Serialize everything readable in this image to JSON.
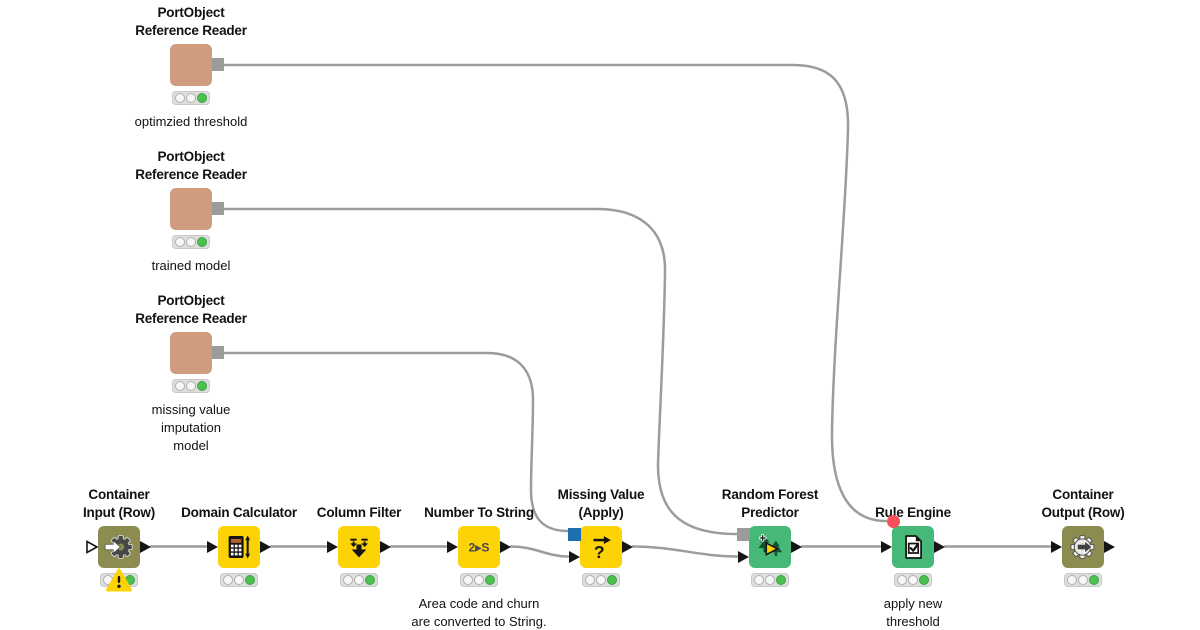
{
  "canvas": {
    "background": "#ffffff"
  },
  "colors": {
    "node_yellow": "#fdd306",
    "node_green": "#46b878",
    "node_olive": "#8c8c51",
    "node_tan": "#cf9c7d",
    "wire": "#9c9c9c",
    "port_black": "#151515",
    "port_gray": "#9b9b9b",
    "port_blue": "#1d6fad",
    "flow_variable_red": "#f8505a",
    "traffic_light_green": "#4cc14f",
    "warning_yellow": "#fdd306"
  },
  "workflow": {
    "nodes": [
      {
        "id": "reader-threshold",
        "title": [
          "PortObject",
          "Reference Reader"
        ],
        "caption": [
          "optimzied threshold"
        ],
        "color": "node_tan",
        "icon": "portobject-reference-reader",
        "light": [
          "off",
          "off",
          "green"
        ],
        "ports": {
          "in": null,
          "out": "gray-square",
          "top": null
        }
      },
      {
        "id": "reader-trained-model",
        "title": [
          "PortObject",
          "Reference Reader"
        ],
        "caption": [
          "trained model"
        ],
        "color": "node_tan",
        "icon": "portobject-reference-reader",
        "light": [
          "off",
          "off",
          "green"
        ],
        "ports": {
          "in": null,
          "out": "gray-square",
          "top": null
        }
      },
      {
        "id": "reader-imputation",
        "title": [
          "PortObject",
          "Reference Reader"
        ],
        "caption": [
          "missing value",
          "imputation",
          "model"
        ],
        "color": "node_tan",
        "icon": "portobject-reference-reader",
        "light": [
          "off",
          "off",
          "green"
        ],
        "ports": {
          "in": null,
          "out": "gray-square",
          "top": null
        }
      },
      {
        "id": "container-input",
        "title": [
          "Container",
          "Input (Row)"
        ],
        "caption": [],
        "color": "node_olive",
        "icon": "container-input",
        "light": [
          "off",
          "warn",
          "green"
        ],
        "ports": {
          "in": "hollow-triangle",
          "out": "triangle",
          "top": null
        }
      },
      {
        "id": "domain-calculator",
        "title": [
          "Domain Calculator"
        ],
        "caption": [],
        "color": "node_yellow",
        "icon": "domain-calculator",
        "light": [
          "off",
          "off",
          "green"
        ],
        "ports": {
          "in": "triangle",
          "out": "triangle",
          "top": null
        }
      },
      {
        "id": "column-filter",
        "title": [
          "Column Filter"
        ],
        "caption": [],
        "color": "node_yellow",
        "icon": "column-filter",
        "light": [
          "off",
          "off",
          "green"
        ],
        "ports": {
          "in": "triangle",
          "out": "triangle",
          "top": null
        }
      },
      {
        "id": "number-to-string",
        "title": [
          "Number To String"
        ],
        "caption": [
          "Area code and churn",
          "are converted to String."
        ],
        "color": "node_yellow",
        "icon": "number-to-string",
        "icon_label": "2▸S",
        "light": [
          "off",
          "off",
          "green"
        ],
        "ports": {
          "in": "triangle",
          "out": "triangle",
          "top": null
        }
      },
      {
        "id": "missing-value-apply",
        "title": [
          "Missing Value",
          "(Apply)"
        ],
        "caption": [],
        "color": "node_yellow",
        "icon": "missing-value-apply",
        "icon_label": "?",
        "light": [
          "off",
          "off",
          "green"
        ],
        "ports": {
          "in": "triangle",
          "in_low": true,
          "out": "triangle",
          "top": "blue-square"
        }
      },
      {
        "id": "random-forest-predictor",
        "title": [
          "Random Forest",
          "Predictor"
        ],
        "caption": [],
        "color": "node_green",
        "icon": "random-forest-predictor",
        "light": [
          "off",
          "off",
          "green"
        ],
        "ports": {
          "in": "triangle",
          "in_low": true,
          "out": "triangle",
          "top": "gray-square"
        }
      },
      {
        "id": "rule-engine",
        "title": [
          "Rule Engine"
        ],
        "caption": [
          "apply new",
          "threshold"
        ],
        "color": "node_green",
        "icon": "rule-engine",
        "light": [
          "off",
          "off",
          "green"
        ],
        "ports": {
          "in": "triangle",
          "out": "triangle",
          "top": null,
          "flow_dot": true
        }
      },
      {
        "id": "container-output",
        "title": [
          "Container",
          "Output (Row)"
        ],
        "caption": [],
        "color": "node_olive",
        "icon": "container-output",
        "light": [
          "off",
          "off",
          "green"
        ],
        "ports": {
          "in": "triangle",
          "out": "triangle",
          "top": null
        }
      }
    ],
    "connections": [
      {
        "from": "reader-threshold",
        "to": "rule-engine",
        "to_port": "flow-variable"
      },
      {
        "from": "reader-trained-model",
        "to": "random-forest-predictor",
        "to_port": "model"
      },
      {
        "from": "reader-imputation",
        "to": "missing-value-apply",
        "to_port": "model"
      },
      {
        "from": "container-input",
        "to": "domain-calculator",
        "to_port": "data"
      },
      {
        "from": "domain-calculator",
        "to": "column-filter",
        "to_port": "data"
      },
      {
        "from": "column-filter",
        "to": "number-to-string",
        "to_port": "data"
      },
      {
        "from": "number-to-string",
        "to": "missing-value-apply",
        "to_port": "data"
      },
      {
        "from": "missing-value-apply",
        "to": "random-forest-predictor",
        "to_port": "data"
      },
      {
        "from": "random-forest-predictor",
        "to": "rule-engine",
        "to_port": "data"
      },
      {
        "from": "rule-engine",
        "to": "container-output",
        "to_port": "data"
      }
    ]
  }
}
